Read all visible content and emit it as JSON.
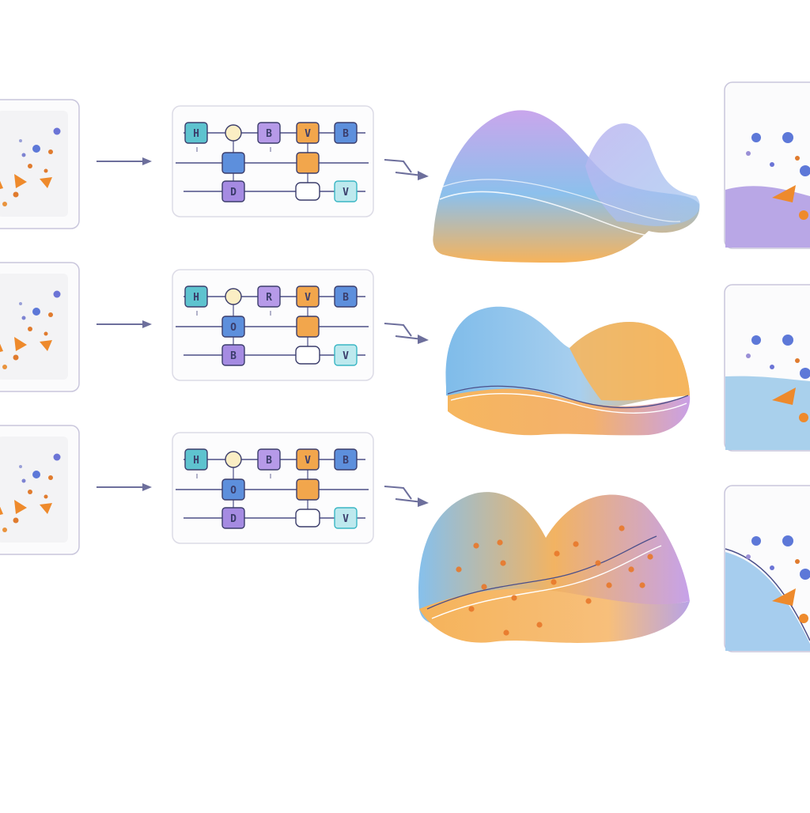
{
  "rows": [
    {
      "gates": {
        "top": [
          "H",
          "",
          "B",
          "V",
          "B"
        ],
        "mid": [
          "",
          ""
        ],
        "bot": [
          "D",
          "",
          "V"
        ]
      },
      "surface": "purple-blue-orange",
      "result_fill": "#b9a7e6"
    },
    {
      "gates": {
        "top": [
          "H",
          "",
          "R",
          "V",
          "B"
        ],
        "mid": [
          "O",
          ""
        ],
        "bot": [
          "B",
          "",
          "V"
        ]
      },
      "surface": "blue-orange-purple",
      "result_fill": "#a9d0ec"
    },
    {
      "gates": {
        "top": [
          "H",
          "",
          "B",
          "V",
          "B"
        ],
        "mid": [
          "O",
          ""
        ],
        "bot": [
          "D",
          "",
          "V"
        ]
      },
      "surface": "blue-orange-scatter",
      "result_fill": "#a6cdee"
    }
  ],
  "colors": {
    "purple": "#a78be0",
    "blue": "#7fb8e8",
    "orange": "#f3ad55",
    "teal": "#39b6c4",
    "wire": "#4c4f86",
    "arrow": "#6d6f9c"
  }
}
